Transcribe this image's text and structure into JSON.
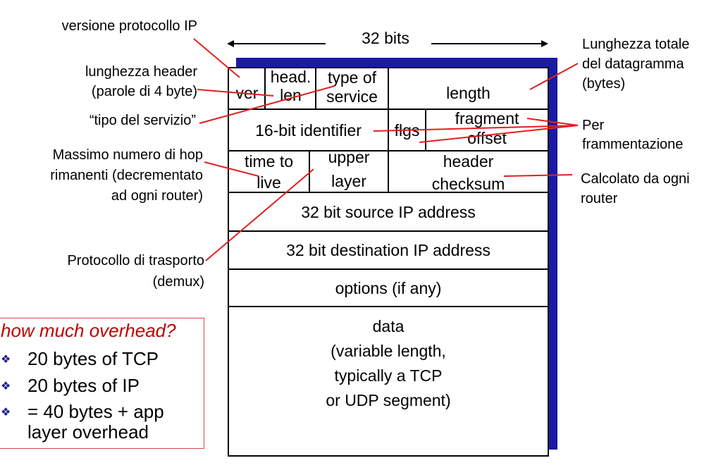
{
  "bits_label": "32 bits",
  "fields": {
    "ver": "ver",
    "head_len": [
      "head.",
      "len"
    ],
    "type_of_service": [
      "type of",
      "service"
    ],
    "length": "length",
    "identifier": "16-bit identifier",
    "flgs": "flgs",
    "fragment_offset": [
      "fragment",
      "offset"
    ],
    "time_to_live": [
      "time to",
      "live"
    ],
    "upper_layer": [
      "upper",
      "layer"
    ],
    "header_checksum": [
      "header",
      "checksum"
    ],
    "source_ip": "32 bit source IP address",
    "dest_ip": "32 bit destination IP address",
    "options": "options (if any)",
    "data": [
      "data",
      "(variable length,",
      "typically a TCP",
      "or UDP segment)"
    ]
  },
  "annotations": {
    "versione": "versione protocollo IP",
    "lunghezza_header": [
      "lunghezza header",
      "(parole di 4 byte)"
    ],
    "tipo_servizio": "“tipo del servizio”",
    "massimo_hop": [
      "Massimo numero di hop",
      "rimanenti (decrementato",
      "ad ogni router)"
    ],
    "protocollo_trasporto": [
      "Protocollo di trasporto",
      "(demux)"
    ],
    "lunghezza_totale": [
      "Lunghezza totale",
      "del datagramma",
      "(bytes)"
    ],
    "frammentazione": [
      "Per",
      "frammentazione"
    ],
    "calcolato": [
      "Calcolato da ogni",
      "router"
    ]
  },
  "overhead": {
    "title": "how much overhead?",
    "bullets": [
      "20 bytes of TCP",
      "20 bytes of IP",
      "= 40 bytes + app",
      "layer overhead"
    ]
  },
  "colors": {
    "annotation_line": "#e02020",
    "shadow": "#1a1aa6",
    "title": "#c00000"
  }
}
